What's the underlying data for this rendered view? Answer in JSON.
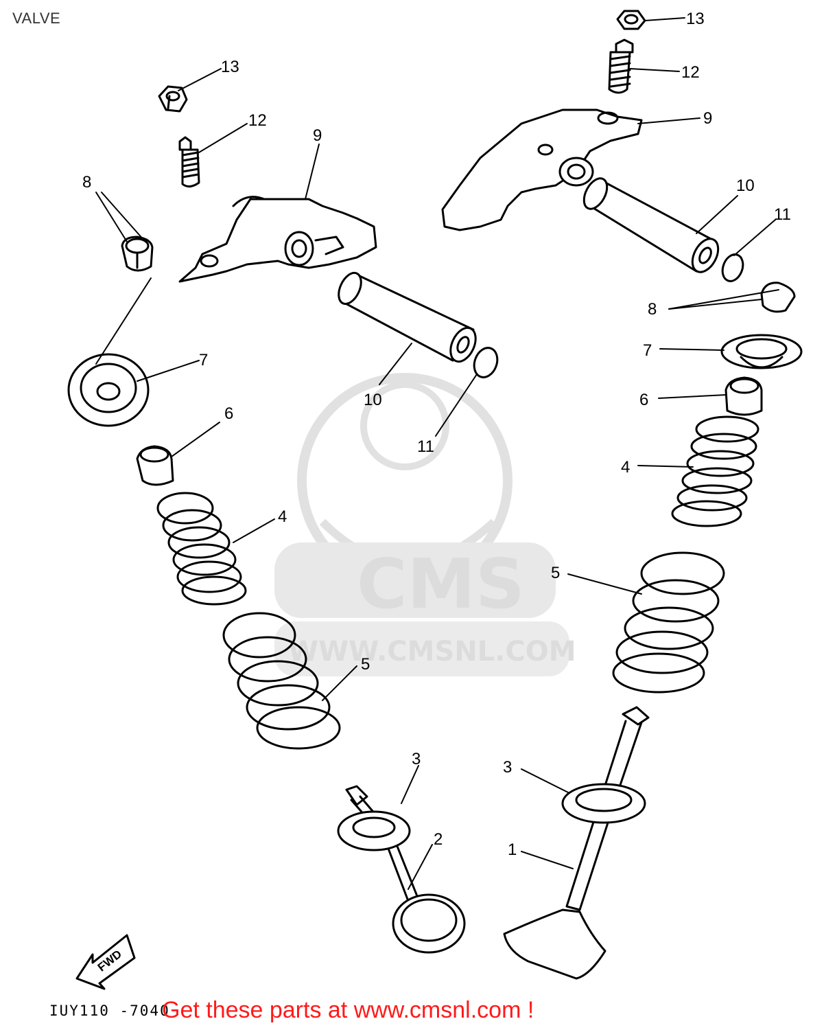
{
  "diagram": {
    "title": "VALVE",
    "drawing_code": "IUY110 -7040",
    "footer": "Get these parts at www.cmsnl.com !",
    "direction_arrow": "FWD",
    "watermark": {
      "brand": "CMS",
      "url": "WWW.CMSNL.COM"
    },
    "callouts": {
      "c1": "1",
      "c2": "2",
      "c3a": "3",
      "c3b": "3",
      "c4a": "4",
      "c4b": "4",
      "c5a": "5",
      "c5b": "5",
      "c6a": "6",
      "c6b": "6",
      "c7a": "7",
      "c7b": "7",
      "c8a": "8",
      "c8b": "8",
      "c9a": "9",
      "c9b": "9",
      "c10a": "10",
      "c10b": "10",
      "c11a": "11",
      "c11b": "11",
      "c12a": "12",
      "c12b": "12",
      "c13a": "13",
      "c13b": "13"
    },
    "colors": {
      "line": "#000000",
      "footer": "#ff1a1a",
      "watermark": "#d9d9d9"
    }
  }
}
